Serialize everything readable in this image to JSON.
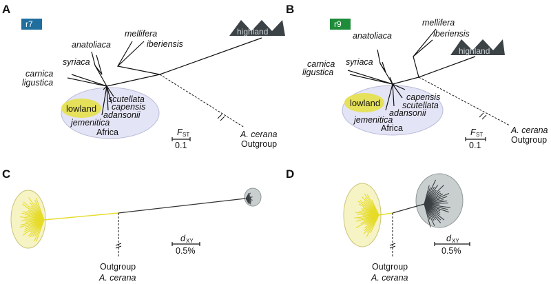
{
  "colors": {
    "r7_badge": "#1f6e9e",
    "r9_badge": "#1f8c3a",
    "highland": "#3c4347",
    "lowland": "#e6e15a",
    "africa_ellipse": "#e3e4f5",
    "yellow_tree": "#e6dc28",
    "dark_tree": "#3a3f42",
    "ellipse_yellow_fill": "#f6f3c4",
    "ellipse_gray_fill": "#c9cfcf"
  },
  "panels": {
    "A": {
      "label": "A",
      "badge": "r7",
      "highland_label": "highland",
      "lowland_label": "lowland",
      "africa_label": "Africa",
      "taxa": [
        "anatoliaca",
        "mellifera",
        "iberiensis",
        "syriaca",
        "carnica",
        "ligustica",
        "scutellata",
        "capensis",
        "adansonii",
        "jemenitica"
      ],
      "scale": {
        "symbol": "F",
        "subscript": "ST",
        "value": "0.1"
      },
      "outgroup": {
        "species": "A. cerana",
        "label": "Outgroup"
      }
    },
    "B": {
      "label": "B",
      "badge": "r9",
      "highland_label": "highland",
      "lowland_label": "lowland",
      "africa_label": "Africa",
      "taxa": [
        "anatoliaca",
        "mellifera",
        "iberiensis",
        "syriaca",
        "carnica",
        "ligustica",
        "capensis",
        "scutellata",
        "adansonii",
        "jemenitica"
      ],
      "scale": {
        "symbol": "F",
        "subscript": "ST",
        "value": "0.1"
      },
      "outgroup": {
        "species": "A. cerana",
        "label": "Outgroup"
      }
    },
    "C": {
      "label": "C",
      "scale": {
        "symbol": "d",
        "subscript": "XY",
        "value": "0.5%"
      },
      "outgroup": {
        "label": "Outgroup",
        "species": "A. cerana"
      }
    },
    "D": {
      "label": "D",
      "scale": {
        "symbol": "d",
        "subscript": "XY",
        "value": "0.5%"
      },
      "outgroup": {
        "label": "Outgroup",
        "species": "A. cerana"
      }
    }
  }
}
